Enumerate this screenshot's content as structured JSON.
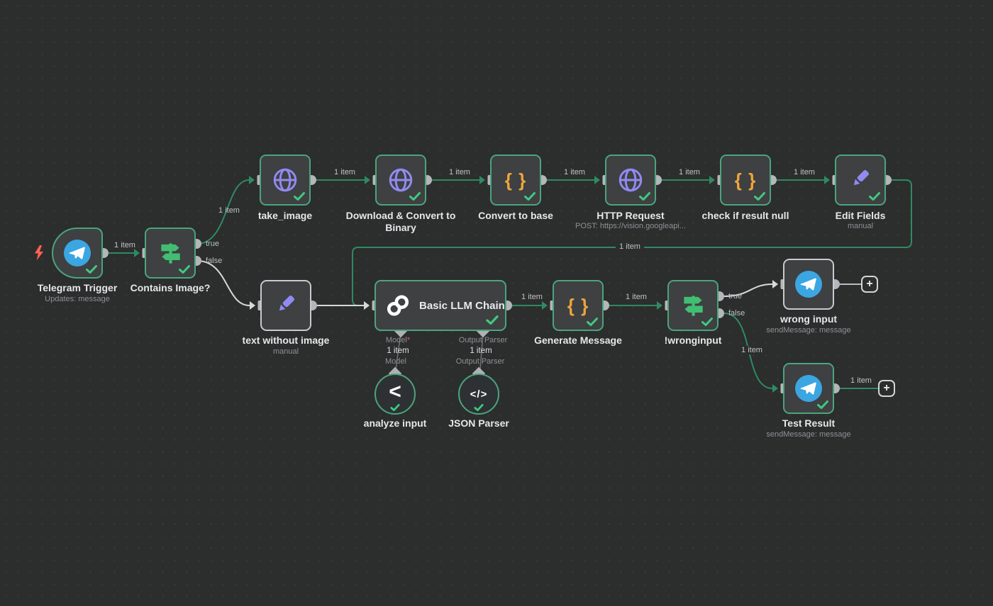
{
  "labels": {
    "one_item": "1 item",
    "true": "true",
    "false": "false",
    "model": "Model",
    "asterisk": "*",
    "output_parser": "Output Parser",
    "plus": "+"
  },
  "icons": {
    "braces": "{ }",
    "code": "</>",
    "chevron": "<"
  },
  "nodes": {
    "telegram_trigger": {
      "label": "Telegram Trigger",
      "subtitle": "Updates: message"
    },
    "contains_image": {
      "label": "Contains Image?"
    },
    "take_image": {
      "label": "take_image"
    },
    "download_convert_binary": {
      "label": "Download & Convert to Binary"
    },
    "convert_to_base": {
      "label": "Convert to base"
    },
    "http_request": {
      "label": "HTTP Request",
      "subtitle": "POST: https://vision.googleapi..."
    },
    "check_if_result_null": {
      "label": "check if result null"
    },
    "edit_fields": {
      "label": "Edit Fields",
      "subtitle": "manual"
    },
    "text_without_image": {
      "label": "text without image",
      "subtitle": "manual"
    },
    "basic_llm_chain": {
      "label": "Basic LLM Chain"
    },
    "generate_message": {
      "label": "Generate Message"
    },
    "wronginput_switch": {
      "label": "!wronginput"
    },
    "wrong_input": {
      "label": "wrong input",
      "subtitle": "sendMessage: message"
    },
    "test_result": {
      "label": "Test Result",
      "subtitle": "sendMessage: message"
    },
    "analyze_input": {
      "label": "analyze input"
    },
    "json_parser": {
      "label": "JSON Parser"
    }
  },
  "colors": {
    "canvas_bg": "#2c2d2d",
    "node_bg": "#3e4042",
    "node_border_success": "#4aa57d",
    "node_border_idle": "#c8cbcd",
    "wire_green": "#2f8a63",
    "wire_white": "#d7d8d9",
    "check_green": "#40c981",
    "icon_purple": "#918af0",
    "icon_orange": "#eea43c",
    "icon_switch_green": "#42bd72",
    "telegram_blue": "#3ba6e2",
    "lightning_red": "#ff6352"
  }
}
